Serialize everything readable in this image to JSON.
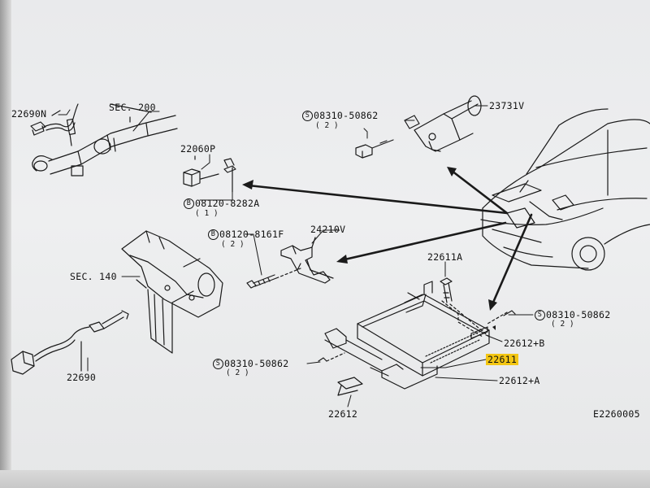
{
  "labels": {
    "p22690n": "22690N",
    "sec200": "SEC. 200",
    "p22060p": "22060P",
    "bolt_8282a": "08120-8282A",
    "bolt_8282a_qty": "( 1 )",
    "screw_50862_top": "08310-50862",
    "screw_50862_top_qty": "( 2 )",
    "p23731v": "23731V",
    "p24210v": "24210V",
    "bolt_8161f": "08120-8161F",
    "bolt_8161f_qty": "( 2 )",
    "sec140": "SEC. 140",
    "p22611a": "22611A",
    "screw_50862_right": "08310-50862",
    "screw_50862_right_qty": "( 2 )",
    "p22612b": "22612+B",
    "p22611": "22611",
    "screw_50862_left": "08310-50862",
    "screw_50862_left_qty": "( 2 )",
    "p22612a": "22612+A",
    "p22690": "22690",
    "p22612": "22612",
    "figure_code": "E2260005"
  },
  "prefix_symbols": {
    "s": "S",
    "b": "B"
  },
  "colors": {
    "highlight": "#f3c613",
    "ink": "#111111"
  }
}
